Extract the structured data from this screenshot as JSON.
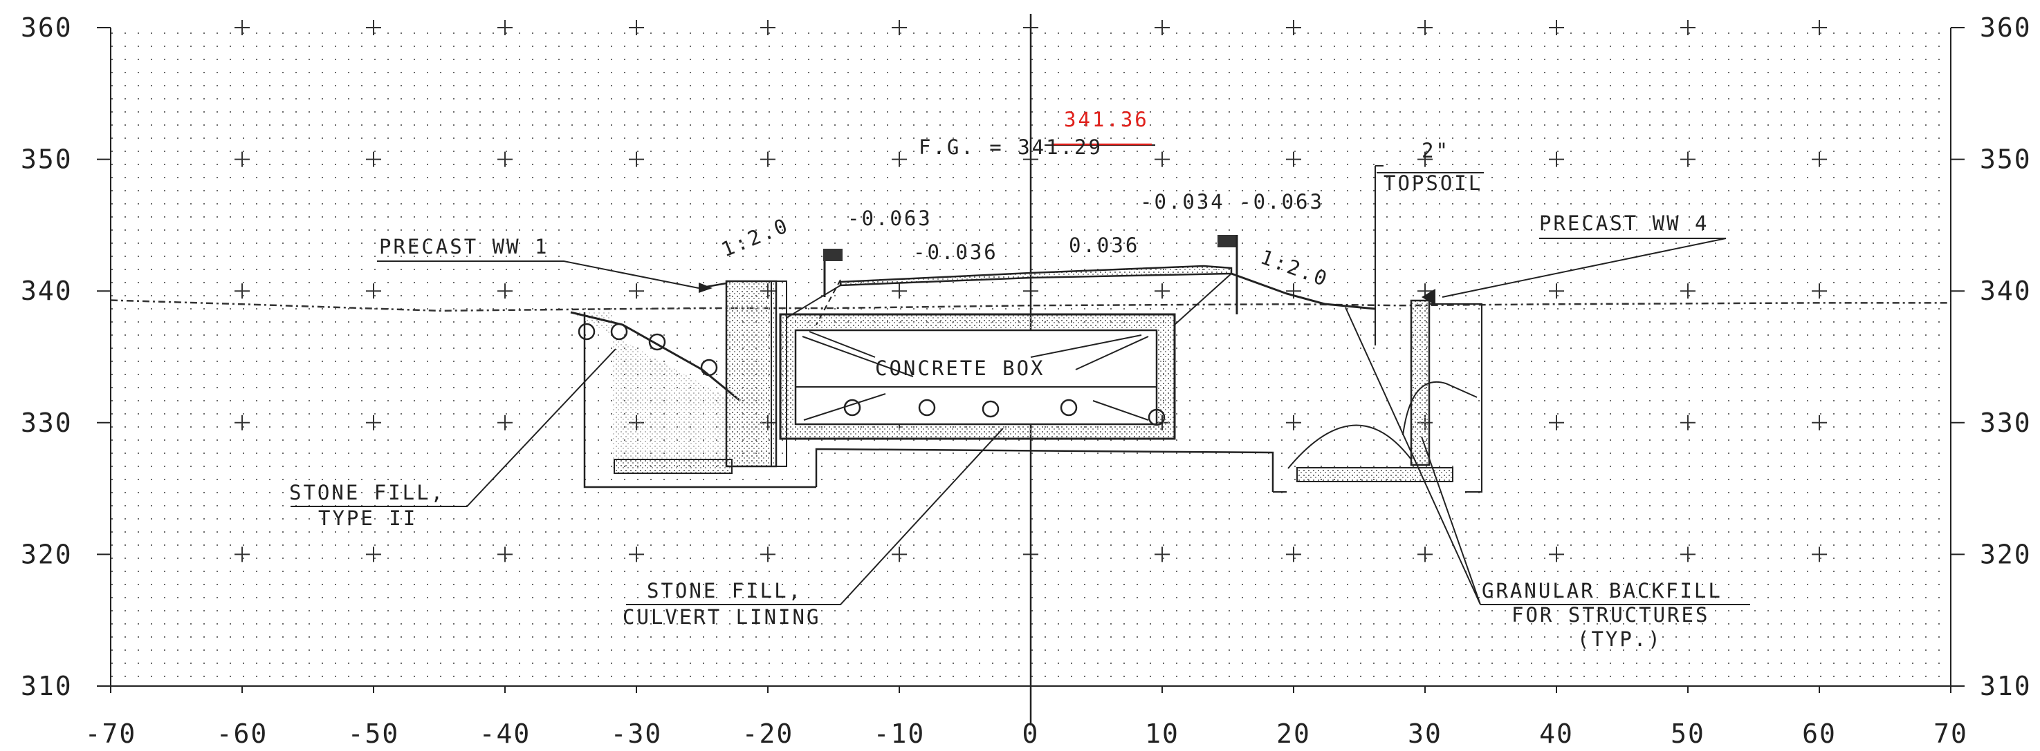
{
  "axes": {
    "y_ticks": [
      "310",
      "320",
      "330",
      "340",
      "350",
      "360"
    ],
    "x_ticks": [
      "-70",
      "-60",
      "-50",
      "-40",
      "-30",
      "-20",
      "-10",
      "0",
      "10",
      "20",
      "30",
      "40",
      "50",
      "60",
      "70"
    ]
  },
  "chart_data": {
    "type": "cross-section",
    "x_range": [
      -70,
      70
    ],
    "y_range": [
      310,
      360
    ],
    "grid": true,
    "existing_ground": [
      [
        -70,
        339.3
      ],
      [
        -60,
        339
      ],
      [
        -45,
        338.5
      ],
      [
        -35,
        338.6
      ],
      [
        -25,
        338.7
      ],
      [
        -15,
        338.7
      ],
      [
        0,
        338.9
      ],
      [
        20,
        339
      ],
      [
        28,
        338.9
      ],
      [
        40,
        339
      ],
      [
        60,
        339.1
      ],
      [
        70,
        339.1
      ]
    ],
    "proposed_surface": [
      [
        -24,
        340.3
      ],
      [
        -15,
        340.8
      ],
      [
        0,
        341.3
      ],
      [
        15,
        341.6
      ],
      [
        20,
        340
      ],
      [
        28,
        338.5
      ]
    ],
    "elevations": {
      "fg_revised": 341.36,
      "fg_original": 341.29
    }
  },
  "labels": {
    "fg_red": "341.36",
    "fg": "F.G. = 341.29",
    "topsoil_dim": "2\"",
    "topsoil": "TOPSOIL",
    "slope_left": "1:2.0",
    "slope_right": "1:2.0",
    "grade_left_top": "-0.063",
    "grade_left": "-0.036",
    "grade_right": "0.036",
    "grade_right_top": "-0.034 -0.063",
    "precast_ww1": "PRECAST WW 1",
    "precast_ww4": "PRECAST WW 4",
    "concrete_box": "CONCRETE BOX",
    "stone_fill_1": "STONE FILL,",
    "stone_fill_2": "TYPE II",
    "culvert_1": "STONE FILL,",
    "culvert_2": "CULVERT LINING",
    "backfill_1": "GRANULAR BACKFILL",
    "backfill_2": "FOR STRUCTURES",
    "backfill_3": "(TYP.)"
  }
}
